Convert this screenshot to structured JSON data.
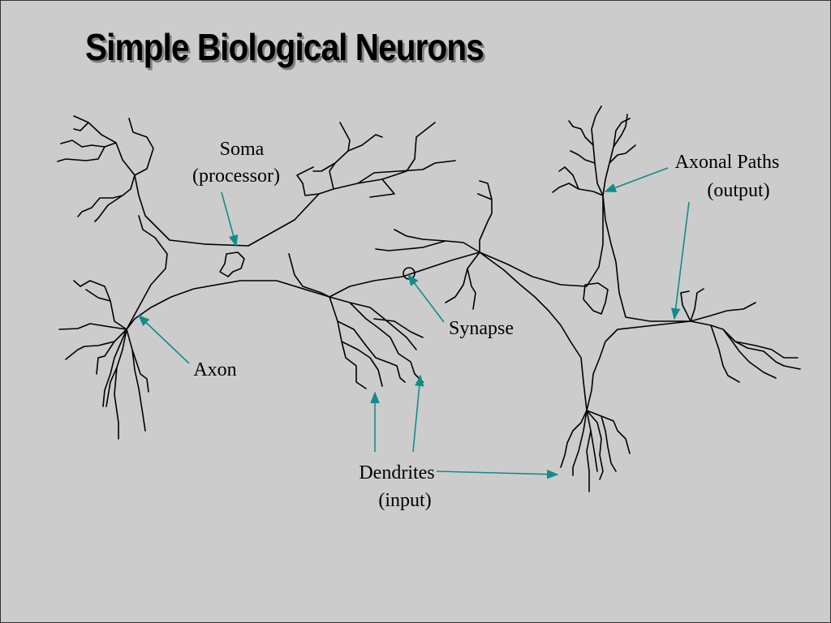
{
  "title": "Simple Biological Neurons",
  "labels": {
    "soma_line1": "Soma",
    "soma_line2": "(processor)",
    "axonal_line1": "Axonal Paths",
    "axonal_line2": "(output)",
    "synapse": "Synapse",
    "axon": "Axon",
    "dendrites_line1": "Dendrites",
    "dendrites_line2": "(input)"
  },
  "colors": {
    "background": "#cccccc",
    "arrow": "#138b8b",
    "ink": "#000000"
  }
}
